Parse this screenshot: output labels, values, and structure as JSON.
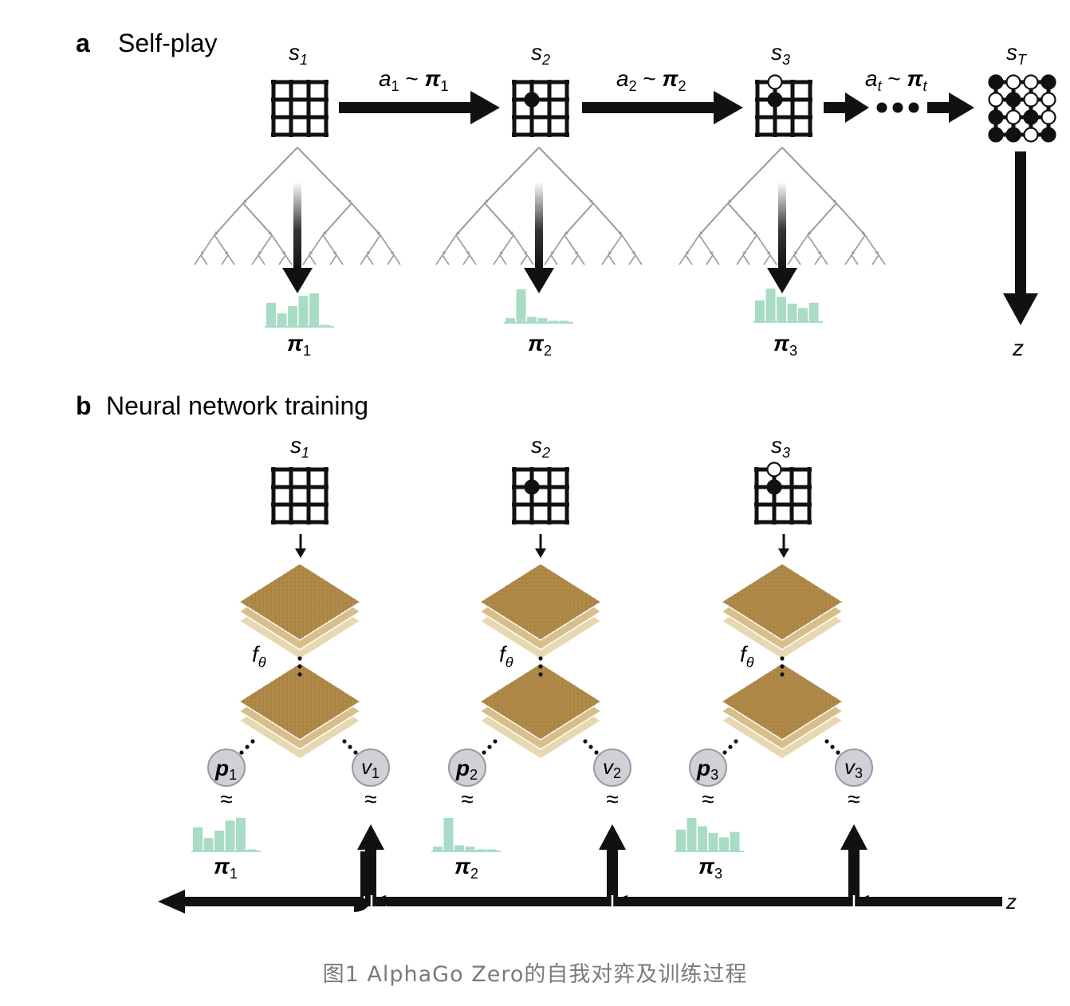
{
  "panel_a": {
    "letter": "a",
    "title": "Self-play",
    "states": [
      "s1",
      "s2",
      "s3",
      "sT"
    ],
    "actions": [
      "a1 ~ π1",
      "a2 ~ π2",
      "at ~ πt"
    ],
    "policies": [
      "π1",
      "π2",
      "π3"
    ],
    "outcome": "z"
  },
  "panel_b": {
    "letter": "b",
    "title": "Neural network training",
    "states": [
      "s1",
      "s2",
      "s3"
    ],
    "network": "fθ",
    "policy_heads": [
      "p1",
      "p2",
      "p3"
    ],
    "value_heads": [
      "v1",
      "v2",
      "v3"
    ],
    "targets": [
      "π1",
      "π2",
      "π3"
    ],
    "outcome": "z",
    "approx": "≈"
  },
  "colors": {
    "ink": "#111111",
    "policy_bars": "#a8dcc4",
    "layer_dark": "#b08a48",
    "layer_light": "#e8d8b2",
    "head_fill": "#d0d1d8",
    "tree": "#9a9a9a"
  },
  "caption": "图1 AlphaGo Zero的自我对弈及训练过程"
}
